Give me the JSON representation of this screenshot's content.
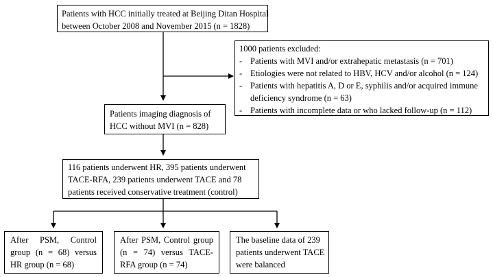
{
  "flow": {
    "initial": {
      "lines": [
        "Patients with HCC initially treated at Beijing Ditan Hospital",
        "between October 2008 and November 2015 (n = 1828)"
      ]
    },
    "excluded": {
      "title": "1000 patients excluded:",
      "bullet": "-",
      "items": [
        [
          "Patients with MVI and/or extrahepatic metastasis (n = 701)"
        ],
        [
          "Etiologies were not related to HBV, HCV and/or alcohol (n = 124)"
        ],
        [
          "Patients with hepatitis A, D or E, syphilis and/or acquired immune",
          "deficiency syndrome (n = 63)"
        ],
        [
          "Patients with incomplete data or who lacked follow-up (n = 112)"
        ]
      ]
    },
    "imaging": {
      "lines": [
        "Patients imaging diagnosis of",
        "HCC without MVI (n = 828)"
      ]
    },
    "treatment": {
      "lines": [
        "116 patients underwent HR, 395 patients underwent",
        "TACE-RFA, 239 patients underwent TACE and 78",
        "patients received conservative treatment (control)"
      ]
    },
    "outcome_hr": {
      "lines": [
        "After PSM, Control",
        "group (n = 68) versus",
        "HR group (n = 68)"
      ]
    },
    "outcome_tacerfa": {
      "lines": [
        "After PSM, Control group",
        "(n = 74) versus TACE-",
        "RFA group (n = 74)"
      ]
    },
    "outcome_tace": {
      "lines": [
        "The baseline data of 239",
        "patients underwent TACE",
        "were balanced"
      ]
    }
  }
}
